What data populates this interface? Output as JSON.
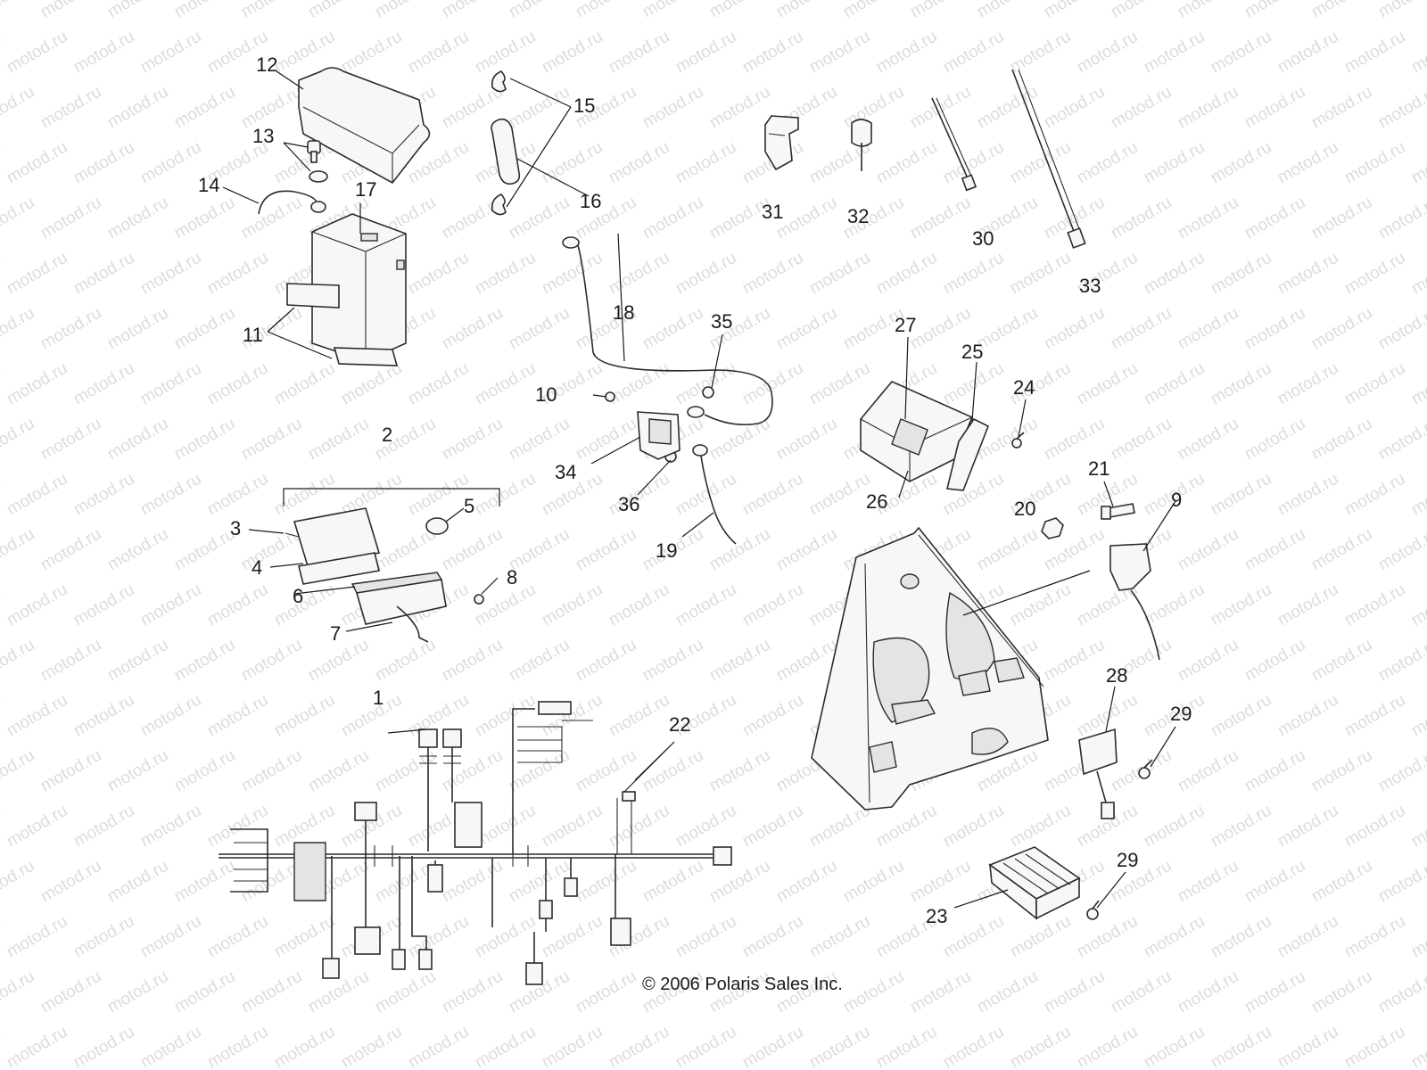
{
  "watermark": {
    "text": "motod.ru"
  },
  "copyright": "© 2006 Polaris Sales Inc.",
  "callouts": [
    "1",
    "2",
    "3",
    "4",
    "5",
    "6",
    "7",
    "8",
    "9",
    "10",
    "11",
    "11",
    "12",
    "13",
    "14",
    "15",
    "16",
    "17",
    "18",
    "19",
    "20",
    "21",
    "22",
    "23",
    "24",
    "25",
    "26",
    "27",
    "28",
    "29",
    "29",
    "30",
    "31",
    "32",
    "33",
    "34",
    "35",
    "36"
  ],
  "colors": {
    "line": "#2b2b2b",
    "fill": "#f7f7f7",
    "watermark": "#dcdcdc"
  }
}
